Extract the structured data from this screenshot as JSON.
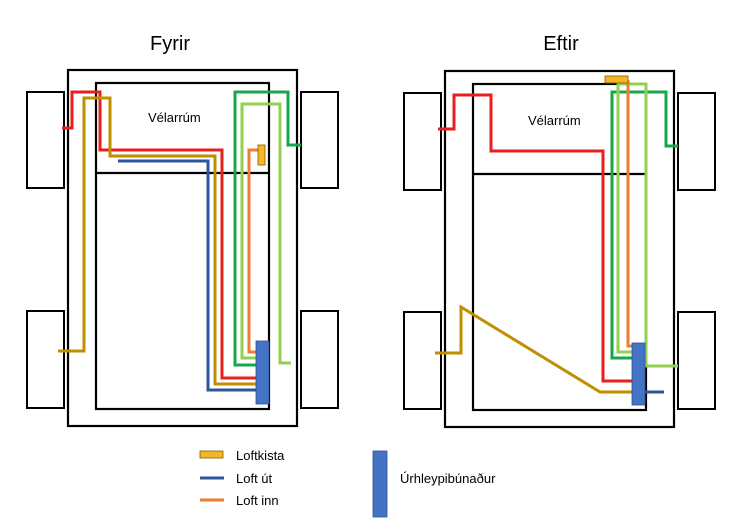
{
  "titles": {
    "before": "Fyrir",
    "after": "Eftir"
  },
  "engine_room_label": "Vélarrúm",
  "legend": {
    "air_chest": "Loftkista",
    "air_out": "Loft út",
    "air_in": "Loft inn",
    "exhaust_unit": "Úrhleypibúnaður"
  },
  "colors": {
    "red": "#e81f1f",
    "green": "#14a84b",
    "light_green": "#92d050",
    "orange": "#ed7d31",
    "dark_yellow": "#bf8f00",
    "navy": "#2e5597",
    "yellow": "#f4b625",
    "blue": "#4472c4"
  }
}
